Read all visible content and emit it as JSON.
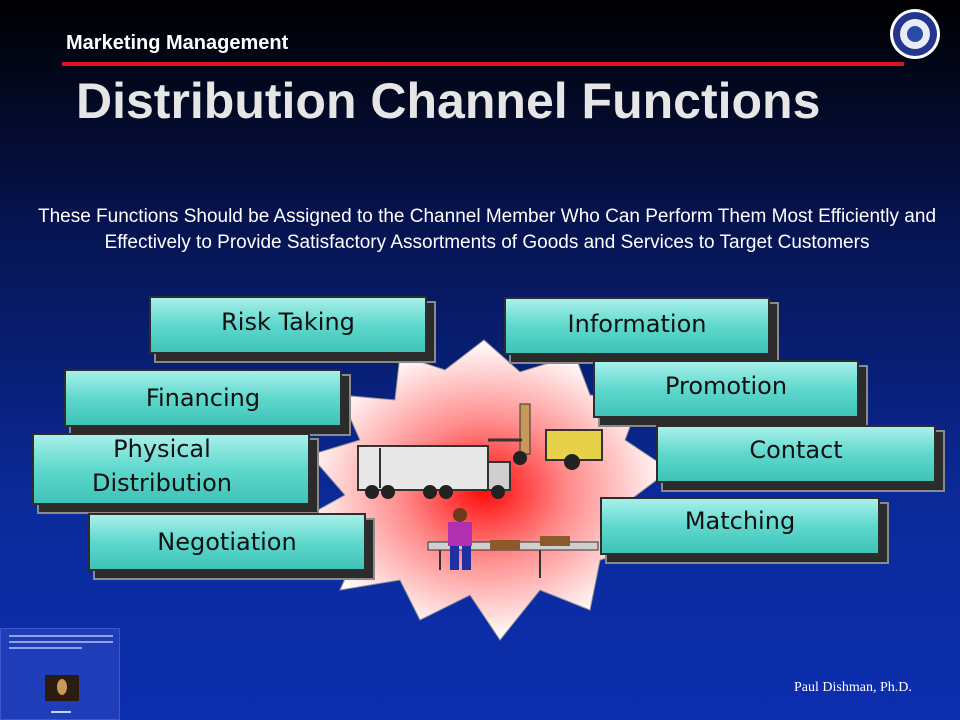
{
  "header": {
    "label": "Marketing Management"
  },
  "title": "Distribution Channel Functions",
  "subtitle": "These Functions Should be Assigned to the Channel Member Who Can Perform Them Most Efficiently and Effectively to Provide Satisfactory Assortments of Goods and Services to Target Customers",
  "functions": {
    "risk_taking": "Risk Taking",
    "information": "Information",
    "financing": "Financing",
    "promotion": "Promotion",
    "physical_distribution_line1": "Physical",
    "physical_distribution_line2": "Distribution",
    "contact": "Contact",
    "negotiation": "Negotiation",
    "matching": "Matching"
  },
  "footer": {
    "author": "Paul Dishman, Ph.D."
  },
  "colors": {
    "box_fill": "#5fd8cd",
    "accent_line": "#e0131b",
    "title_text": "#e6e6e6",
    "background_top": "#000000",
    "background_bottom": "#0c2fb0"
  },
  "icons": [
    "university-seal-icon",
    "truck-icon",
    "forklift-icon",
    "worker-at-conveyor-icon"
  ]
}
